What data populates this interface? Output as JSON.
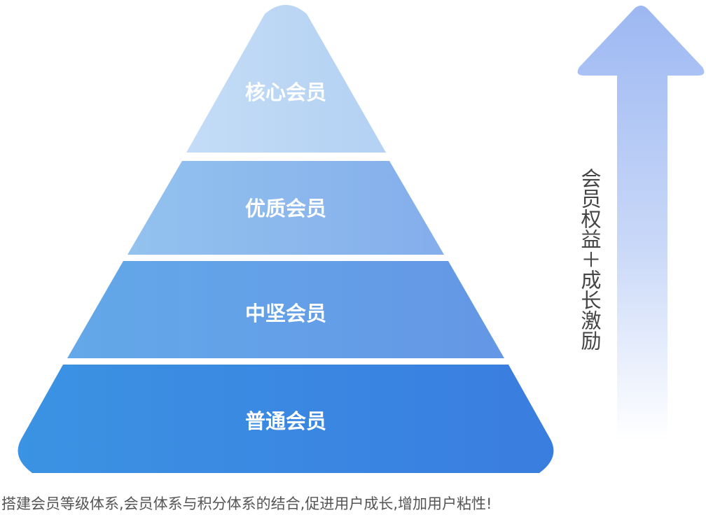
{
  "tiers": [
    {
      "label": "核心会员"
    },
    {
      "label": "优质会员"
    },
    {
      "label": "中坚会员"
    },
    {
      "label": "普通会员"
    }
  ],
  "arrow_label": "会员权益＋成长激励",
  "caption": "搭建会员等级体系,会员体系与积分体系的结合,促进用户成长,增加用户粘性!",
  "colors": {
    "tier_top_start": "#c4dcf6",
    "tier_top_end": "#b3d1f3",
    "tier_2_start": "#93c2ee",
    "tier_2_end": "#84aeec",
    "tier_3_start": "#63a8e8",
    "tier_3_end": "#6497e6",
    "tier_bottom_start": "#3b93e3",
    "tier_bottom_end": "#3a7de0",
    "arrow_top": "#9db8f2",
    "arrow_bottom": "#ffffff",
    "label": "#ffffff",
    "text": "#555555"
  }
}
